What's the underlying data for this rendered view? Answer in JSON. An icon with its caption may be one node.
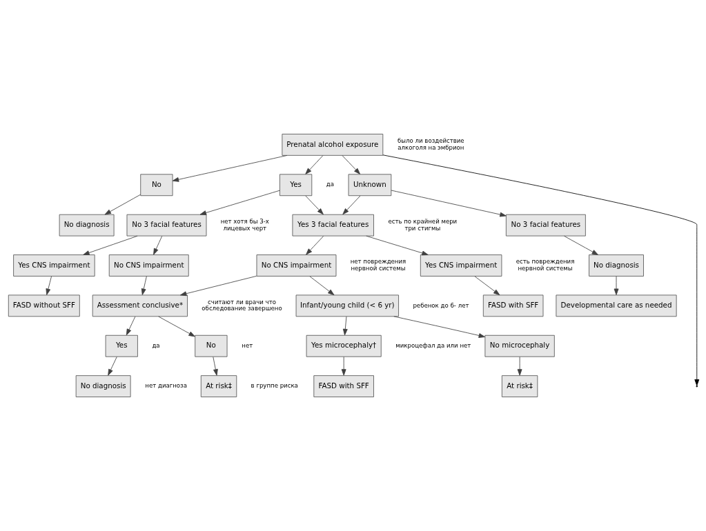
{
  "diagram": {
    "nodes": [
      {
        "text": [
          "Prenatal alcohol exposure"
        ],
        "beside": [
          "было ли воздействие алкоголя на эмбрион"
        ]
      },
      {
        "text": [
          "No"
        ]
      },
      {
        "text": [
          "Yes"
        ],
        "beside": [
          "да"
        ]
      },
      {
        "text": [
          "Unknown"
        ]
      },
      {
        "text": [
          "No diagnosis"
        ]
      },
      {
        "text": [
          "No 3 facial features"
        ],
        "beside": [
          "нет хотя бы 3-х лицевых черт"
        ]
      },
      {
        "text": [
          "Yes 3 facial features"
        ],
        "beside": [
          "есть по крайней мери три стигмы"
        ]
      },
      {
        "text": [
          "No 3 facial features"
        ]
      },
      {
        "text": [
          "Yes CNS impairment"
        ]
      },
      {
        "text": [
          "No CNS impairment"
        ]
      },
      {
        "text": [
          "No CNS impairment"
        ],
        "beside": [
          "нет повреждения нервной системы"
        ]
      },
      {
        "text": [
          "Yes CNS impairment"
        ],
        "beside": [
          "есть повреждения нервной системы"
        ]
      },
      {
        "text": [
          "No diagnosis"
        ]
      },
      {
        "text": [
          "FASD without SFF"
        ]
      },
      {
        "text": [
          "Assessment conclusive*"
        ],
        "beside": [
          "считают ли врачи что обследование завершено"
        ]
      },
      {
        "text": [
          "Infant/young child (< 6 yr)"
        ],
        "beside": [
          "ребенок до 6- лет"
        ]
      },
      {
        "text": [
          "FASD with SFF"
        ]
      },
      {
        "text": [
          "Developmental care as needed"
        ]
      },
      {
        "text": [
          "Yes"
        ],
        "beside": [
          "да"
        ]
      },
      {
        "text": [
          "No"
        ],
        "beside": [
          "нет"
        ]
      },
      {
        "text": [
          "Yes microcephaly†"
        ],
        "beside": [
          "микроцефал да или нет"
        ]
      },
      {
        "text": [
          "No microcephaly"
        ]
      },
      {
        "text": [
          "No diagnosis"
        ],
        "beside": [
          "нет диагноза"
        ]
      },
      {
        "text": [
          "At risk‡"
        ],
        "beside": [
          "в группе риска"
        ]
      },
      {
        "text": [
          "FASD with SFF"
        ]
      },
      {
        "text": [
          "At risk‡"
        ]
      }
    ],
    "edges": [
      {
        "from": 0,
        "to": 1,
        "arrow": "to"
      },
      {
        "from": 0,
        "to": 2,
        "arrow": "to"
      },
      {
        "from": 0,
        "to": 3,
        "arrow": "to"
      },
      {
        "from": 1,
        "to": 4,
        "arrow": "to"
      },
      {
        "from": 2,
        "to": 5,
        "arrow": "to"
      },
      {
        "from": 2,
        "to": 6,
        "arrow": "to"
      },
      {
        "from": 3,
        "to": 6,
        "arrow": "to"
      },
      {
        "from": 3,
        "to": 7,
        "arrow": "to"
      },
      {
        "from": 5,
        "to": 8,
        "arrow": "to"
      },
      {
        "from": 5,
        "to": 9,
        "arrow": "to"
      },
      {
        "from": 6,
        "to": 10,
        "arrow": "to"
      },
      {
        "from": 6,
        "to": 11,
        "arrow": "to"
      },
      {
        "from": 7,
        "to": 12,
        "arrow": "to"
      },
      {
        "from": 8,
        "to": 13,
        "arrow": "to"
      },
      {
        "from": 9,
        "to": 14,
        "arrow": "to"
      },
      {
        "from": 10,
        "to": 14,
        "arrow": "to"
      },
      {
        "from": 10,
        "to": 15,
        "arrow": "to"
      },
      {
        "from": 11,
        "to": 16,
        "arrow": "to"
      },
      {
        "from": 12,
        "to": 17,
        "arrow": "to"
      },
      {
        "from": 14,
        "to": 18,
        "arrow": "to"
      },
      {
        "from": 14,
        "to": 19,
        "arrow": "to"
      },
      {
        "from": 15,
        "to": 20,
        "arrow": "to"
      },
      {
        "from": 15,
        "to": 21,
        "arrow": "to"
      },
      {
        "from": 18,
        "to": 22,
        "arrow": "to"
      },
      {
        "from": 19,
        "to": 23,
        "arrow": "to"
      },
      {
        "from": 20,
        "to": 24,
        "arrow": "to"
      },
      {
        "from": 21,
        "to": 25,
        "arrow": "to"
      },
      {
        "from": 0,
        "to": null,
        "arrow": "to",
        "color": "#000000"
      }
    ]
  }
}
